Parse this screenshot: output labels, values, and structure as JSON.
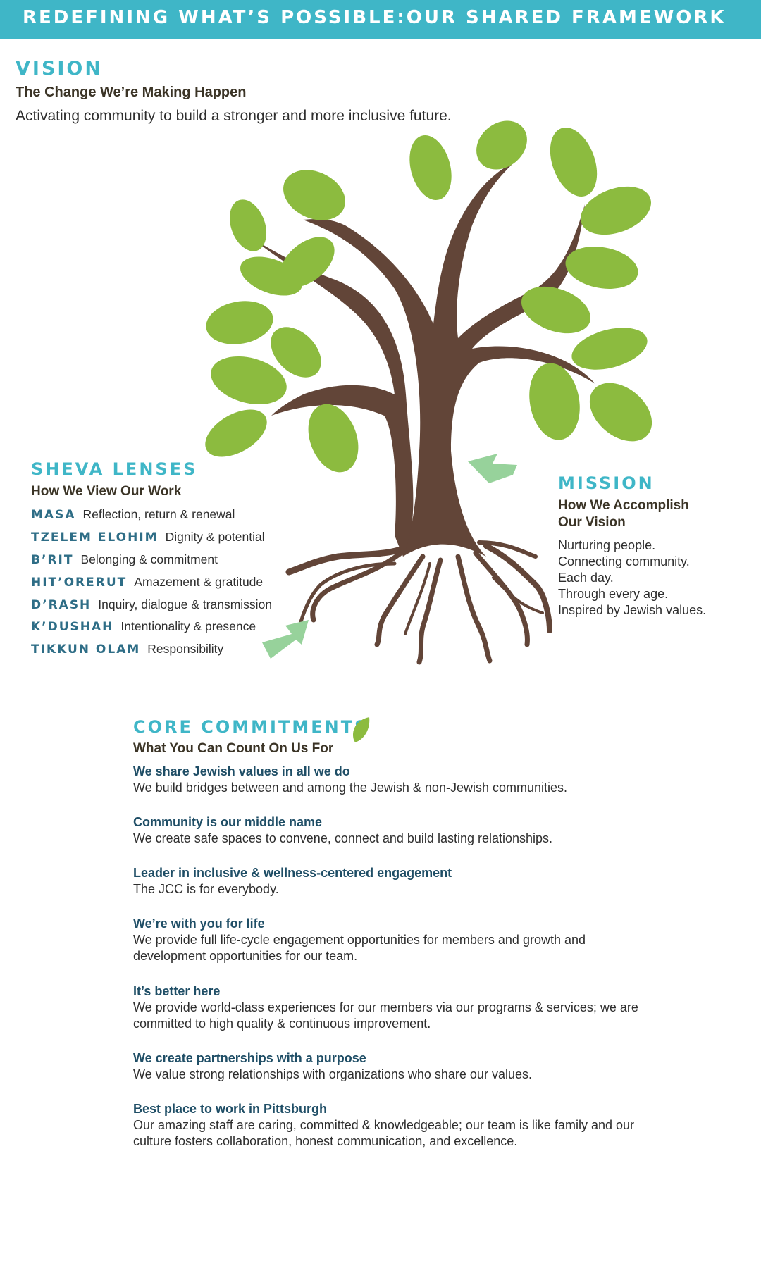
{
  "banner": {
    "title": "REDEFINING WHAT’S POSSIBLE:OUR SHARED FRAMEWORK"
  },
  "colors": {
    "teal": "#3fb6c7",
    "leaf_green": "#8cbb3f",
    "trunk_brown": "#624538",
    "arrow_green": "#97d29b",
    "navy": "#1f4e66"
  },
  "vision": {
    "heading": "VISION",
    "subheading": "The Change We’re Making Happen",
    "text": "Activating community to build a stronger and more inclusive future."
  },
  "sheva": {
    "heading": "SHEVA LENSES",
    "subheading": "How We View Our Work",
    "lenses": [
      {
        "name": "MASA",
        "desc": "Reflection, return & renewal"
      },
      {
        "name": "TZELEM ELOHIM",
        "desc": "Dignity & potential"
      },
      {
        "name": "B’RIT",
        "desc": "Belonging & commitment"
      },
      {
        "name": "HIT’ORERUT",
        "desc": "Amazement & gratitude"
      },
      {
        "name": "D’RASH",
        "desc": "Inquiry, dialogue & transmission"
      },
      {
        "name": "K’DUSHAH",
        "desc": "Intentionality & presence"
      },
      {
        "name": "TIKKUN OLAM",
        "desc": "Responsibility"
      }
    ]
  },
  "mission": {
    "heading": "MISSION",
    "subheading": "How We Accomplish Our Vision",
    "lines": [
      "Nurturing people.",
      "Connecting community.",
      "Each day.",
      "Through every age.",
      "Inspired by Jewish values."
    ]
  },
  "core": {
    "heading": "CORE COMMITMENTS",
    "subheading": "What You Can Count On Us For",
    "items": [
      {
        "title": "We share Jewish values in all we do",
        "text": "We build bridges between and among the Jewish & non-Jewish communities."
      },
      {
        "title": "Community is our middle name",
        "text": "We create safe spaces to convene, connect and build lasting relationships."
      },
      {
        "title": "Leader in inclusive & wellness-centered engagement",
        "text": "The JCC is for everybody."
      },
      {
        "title": "We’re with you for life",
        "text": "We provide full life-cycle engagement opportunities for members and growth and development opportunities for our team."
      },
      {
        "title": "It’s better here",
        "text": "We provide world-class experiences for our members via our programs & services; we are committed to high quality & continuous improvement."
      },
      {
        "title": "We create partnerships with a purpose",
        "text": "We value strong relationships with organizations who share our values."
      },
      {
        "title": "Best place to work in Pittsburgh",
        "text": "Our amazing staff are caring, committed & knowledgeable; our team is like family and our culture fosters collaboration, honest communication, and excellence."
      }
    ]
  },
  "icons": {
    "tree": "tree-illustration",
    "leaf": "leaf-icon",
    "arrow": "arrow-icon"
  }
}
